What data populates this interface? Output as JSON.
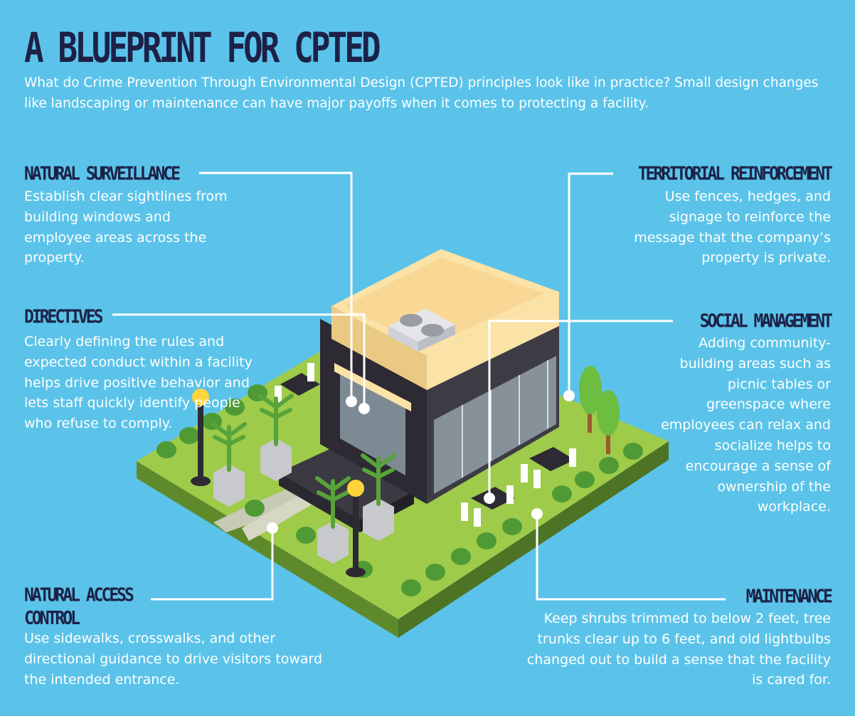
{
  "title": "A BLUEPRINT FOR CPTED",
  "intro": "What do Crime Prevention Through Environmental Design (CPTED) principles look like in practice? Small design changes like landscaping or maintenance can have major payoffs when it comes to protecting a facility.",
  "sections": {
    "natural_surveillance": {
      "heading": "NATURAL SURVEILLANCE",
      "body": "Establish clear sightlines from building windows and employee areas across the property."
    },
    "directives": {
      "heading": "DIRECTIVES",
      "body": "Clearly defining the rules and expected conduct within a facility helps drive positive behavior and lets staff quickly identify people who refuse to comply."
    },
    "natural_access_control": {
      "heading": "NATURAL ACCESS CONTROL",
      "body": "Use sidewalks, crosswalks, and other directional guidance to drive visitors toward the intended entrance."
    },
    "territorial_reinforcement": {
      "heading": "TERRITORIAL REINFORCEMENT",
      "body": "Use fences, hedges, and signage to reinforce the message that the company’s property is private."
    },
    "social_management": {
      "heading": "SOCIAL MANAGEMENT",
      "body": "Adding community-building areas such as picnic tables or greenspace where employees can relax and socialize helps to encourage a sense of ownership of the workplace."
    },
    "maintenance": {
      "heading": "MAINTENANCE",
      "body": "Keep shrubs trimmed to below 2 feet, tree trunks clear up to 6 feet, and old lightbulbs changed out to build a sense that the facility is cared for."
    }
  },
  "colors": {
    "background": "#5bc3e9",
    "heading": "#1d2147",
    "text": "#ffffff",
    "grass": "#9ecb4a",
    "roof": "#fbe2a6",
    "wall_dark": "#2d2a33"
  }
}
